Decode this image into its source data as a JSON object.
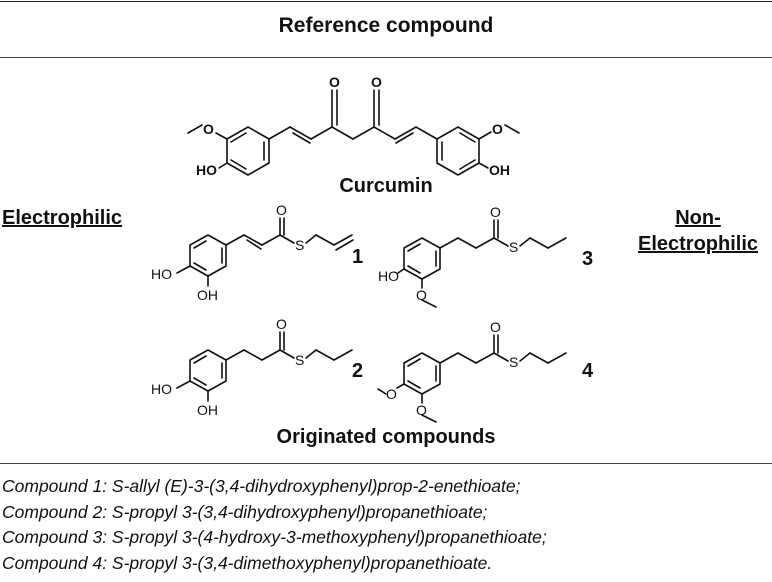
{
  "header": {
    "title": "Reference compound"
  },
  "reference": {
    "name": "Curcumin",
    "atom_labels": {
      "carbonyl_o": "O",
      "methoxy_o": "O",
      "hydroxyl": "HO",
      "hydroxyl_right": "OH"
    }
  },
  "categories": {
    "electrophilic": "Electrophilic",
    "non_electrophilic_line1": "Non-",
    "non_electrophilic_line2": "Electrophilic"
  },
  "compounds": [
    {
      "number": "1"
    },
    {
      "number": "2"
    },
    {
      "number": "3"
    },
    {
      "number": "4"
    }
  ],
  "atoms": {
    "O": "O",
    "S": "S",
    "HO": "HO",
    "OH": "OH"
  },
  "originated_caption": "Originated compounds",
  "notes": [
    "Compound 1: S-allyl (E)-3-(3,4-dihydroxyphenyl)prop-2-enethioate;",
    "Compound 2: S-propyl 3-(3,4-dihydroxyphenyl)propanethioate;",
    "Compound 3: S-propyl 3-(4-hydroxy-3-methoxyphenyl)propanethioate;",
    "Compound 4: S-propyl 3-(3,4-dimethoxyphenyl)propanethioate."
  ]
}
